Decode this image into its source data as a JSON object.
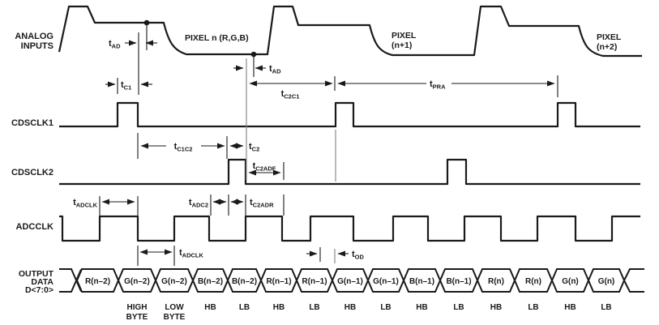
{
  "signals": {
    "analog_inputs": {
      "line1": "ANALOG",
      "line2": "INPUTS"
    },
    "cdsclk1": "CDSCLK1",
    "cdsclk2": "CDSCLK2",
    "adcclk": "ADCCLK",
    "output_data": {
      "line1": "OUTPUT",
      "line2": "DATA",
      "line3": "D<7:0>"
    }
  },
  "annotations": {
    "pixel_n": "PIXEL n (R,G,B)",
    "pixel_n1_line1": "PIXEL",
    "pixel_n1_line2": "(n+1)",
    "pixel_n2_line1": "PIXEL",
    "pixel_n2_line2": "(n+2)"
  },
  "timing_labels": {
    "tAD": {
      "base": "t",
      "sub": "AD"
    },
    "tC1": {
      "base": "t",
      "sub": "C1"
    },
    "tC1C2": {
      "base": "t",
      "sub": "C1C2"
    },
    "tC2": {
      "base": "t",
      "sub": "C2"
    },
    "tC2C1": {
      "base": "t",
      "sub": "C2C1"
    },
    "tPRA": {
      "base": "t",
      "sub": "PRA"
    },
    "tC2ADF": {
      "base": "t",
      "sub": "C2ADF"
    },
    "tC2ADR": {
      "base": "t",
      "sub": "C2ADR"
    },
    "tADC2": {
      "base": "t",
      "sub": "ADC2"
    },
    "tADCLK": {
      "base": "t",
      "sub": "ADCLK"
    },
    "tOD": {
      "base": "t",
      "sub": "OD"
    }
  },
  "bus": {
    "cells": [
      {
        "label": "R(n–2)",
        "byte1": "",
        "byte2": ""
      },
      {
        "label": "G(n–2)",
        "byte1": "HIGH",
        "byte2": "BYTE"
      },
      {
        "label": "G(n–2)",
        "byte1": "LOW",
        "byte2": "BYTE"
      },
      {
        "label": "B(n–2)",
        "byte1": "HB",
        "byte2": ""
      },
      {
        "label": "B(n–2)",
        "byte1": "LB",
        "byte2": ""
      },
      {
        "label": "R(n–1)",
        "byte1": "HB",
        "byte2": ""
      },
      {
        "label": "R(n–1)",
        "byte1": "LB",
        "byte2": ""
      },
      {
        "label": "G(n–1)",
        "byte1": "HB",
        "byte2": ""
      },
      {
        "label": "G(n–1)",
        "byte1": "LB",
        "byte2": ""
      },
      {
        "label": "B(n–1)",
        "byte1": "HB",
        "byte2": ""
      },
      {
        "label": "B(n–1)",
        "byte1": "LB",
        "byte2": ""
      },
      {
        "label": "R(n)",
        "byte1": "HB",
        "byte2": ""
      },
      {
        "label": "R(n)",
        "byte1": "LB",
        "byte2": ""
      },
      {
        "label": "G(n)",
        "byte1": "HB",
        "byte2": ""
      },
      {
        "label": "G(n)",
        "byte1": "LB",
        "byte2": ""
      }
    ]
  },
  "colors": {
    "waveform": "#1a1a1a",
    "reference_line": "#8a8a8a",
    "background": "#ffffff"
  }
}
